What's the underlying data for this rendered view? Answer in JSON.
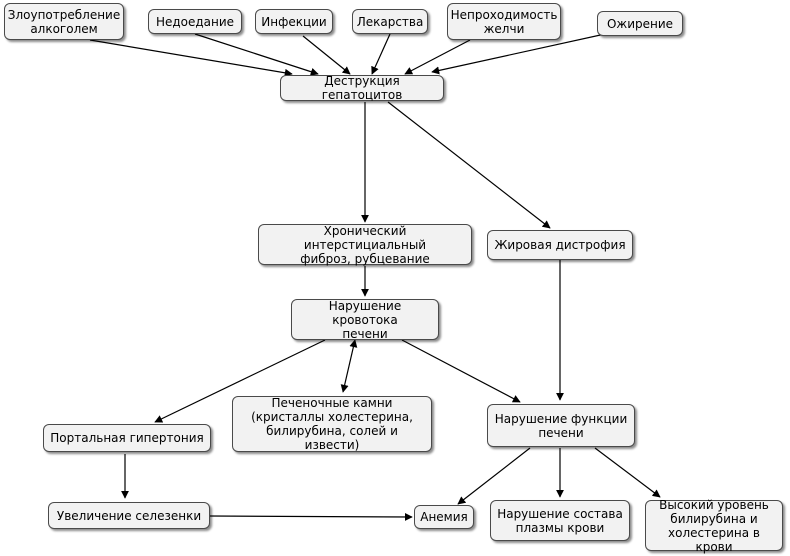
{
  "nodes": {
    "alcohol": "Злоупотребление\nалкоголем",
    "malnutrition": "Недоедание",
    "infections": "Инфекции",
    "drugs": "Лекарства",
    "bile": "Непроходимость\nжелчи",
    "obesity": "Ожирение",
    "destruction": "Деструкция гепатоцитов",
    "fibrosis": "Хронический интерстициальный\nфиброз, рубцевание",
    "fatty": "Жировая дистрофия",
    "bloodflow": "Нарушение кровотока\nпечени",
    "stones": "Печеночные камни\n(кристаллы холестерина,\nбилирубина, солей и извести)",
    "portal": "Портальная гипертония",
    "function": "Нарушение функции\nпечени",
    "spleen": "Увеличение селезенки",
    "anemia": "Анемия",
    "plasma": "Нарушение состава\nплазмы крови",
    "bilirubin": "Высокий уровень\nбилирубина и\nхолестерина в крови"
  }
}
